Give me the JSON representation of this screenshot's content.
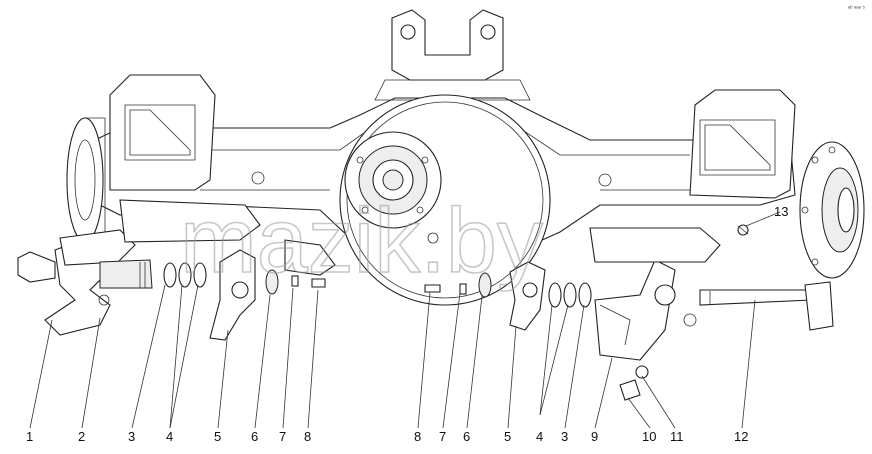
{
  "diagram": {
    "corner_mark": "ᵃᵇ ᵃᵃᵃ ⁵",
    "watermark": "mazik.by",
    "callouts": [
      {
        "id": "c1",
        "text": "1"
      },
      {
        "id": "c2",
        "text": "2"
      },
      {
        "id": "c3l",
        "text": "3"
      },
      {
        "id": "c4l",
        "text": "4"
      },
      {
        "id": "c5l",
        "text": "5"
      },
      {
        "id": "c6l",
        "text": "6"
      },
      {
        "id": "c7l",
        "text": "7"
      },
      {
        "id": "c8l",
        "text": "8"
      },
      {
        "id": "c8r",
        "text": "8"
      },
      {
        "id": "c7r",
        "text": "7"
      },
      {
        "id": "c6r",
        "text": "6"
      },
      {
        "id": "c5r",
        "text": "5"
      },
      {
        "id": "c4r",
        "text": "4"
      },
      {
        "id": "c3r",
        "text": "3"
      },
      {
        "id": "c9",
        "text": "9"
      },
      {
        "id": "c10",
        "text": "10"
      },
      {
        "id": "c11",
        "text": "11"
      },
      {
        "id": "c12",
        "text": "12"
      },
      {
        "id": "c13",
        "text": "13"
      }
    ]
  }
}
